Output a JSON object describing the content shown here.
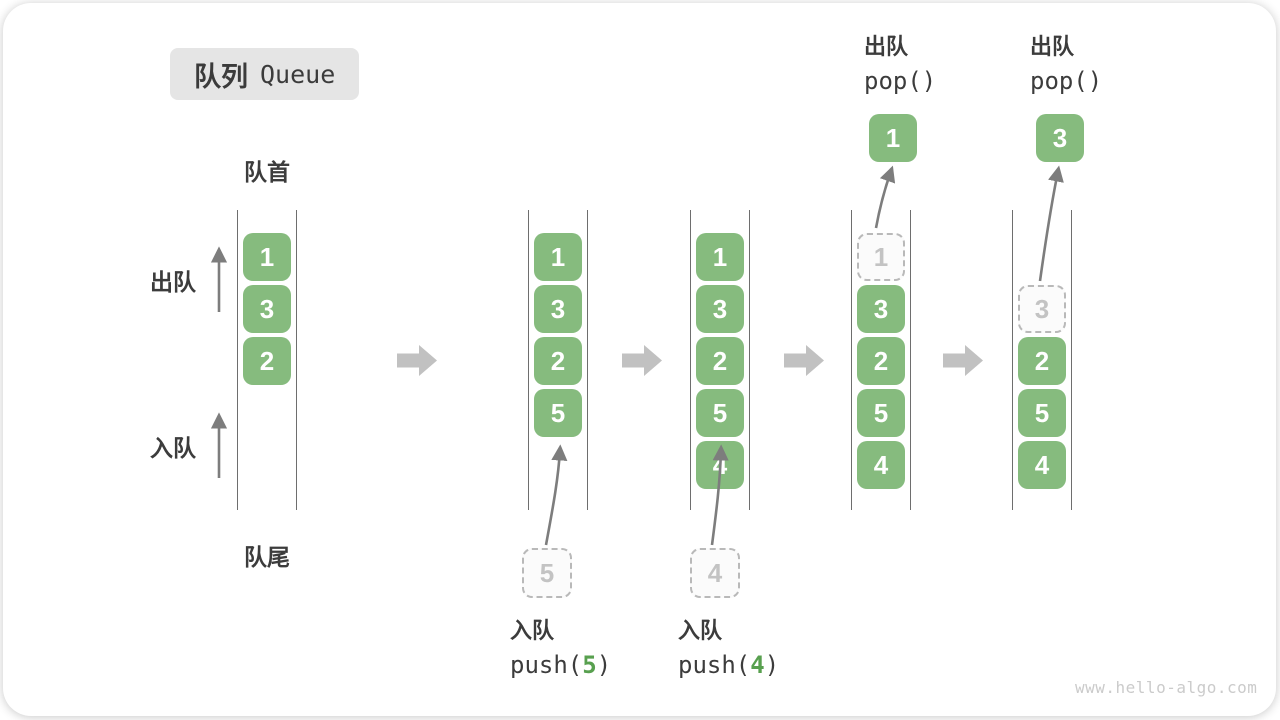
{
  "title": {
    "zh": "队列",
    "en": "Queue"
  },
  "labels": {
    "front": "队首",
    "rear": "队尾",
    "dequeue": "出队",
    "enqueue": "入队"
  },
  "colors": {
    "box_green": "#86BB7E",
    "arg_green": "#58A04F",
    "arrow_gray": "#7d7d7d",
    "block_arrow_gray": "#c1c1c1"
  },
  "cols": {
    "c1": {
      "s1": "1",
      "s2": "3",
      "s3": "2"
    },
    "c2": {
      "s1": "1",
      "s2": "3",
      "s3": "2",
      "s4": "5",
      "incoming": "5"
    },
    "c3": {
      "s1": "1",
      "s2": "3",
      "s3": "2",
      "s4": "5",
      "s5": "4",
      "incoming": "4"
    },
    "c4": {
      "ghost": "1",
      "s2": "3",
      "s3": "2",
      "s4": "5",
      "s5": "4",
      "popped": "1"
    },
    "c5": {
      "ghost": "3",
      "s3": "2",
      "s4": "5",
      "s5": "4",
      "popped": "3"
    }
  },
  "ops": {
    "push5": {
      "zh": "入队",
      "pre": "push(",
      "arg": "5",
      "post": ")"
    },
    "push4": {
      "zh": "入队",
      "pre": "push(",
      "arg": "4",
      "post": ")"
    },
    "pop1": {
      "zh": "出队",
      "code": "pop()"
    },
    "pop2": {
      "zh": "出队",
      "code": "pop()"
    }
  },
  "watermark": "www.hello-algo.com"
}
